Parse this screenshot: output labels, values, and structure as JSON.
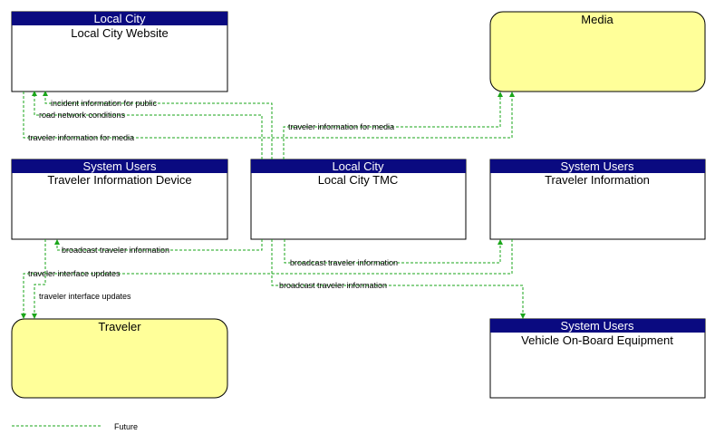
{
  "elements": {
    "local_city_website": {
      "header": "Local City",
      "title": "Local City Website"
    },
    "media": {
      "title": "Media"
    },
    "traveler_information_device": {
      "header": "System Users",
      "title": "Traveler Information Device"
    },
    "local_city_tmc": {
      "header": "Local City",
      "title": "Local City TMC"
    },
    "traveler_information": {
      "header": "System Users",
      "title": "Traveler Information"
    },
    "traveler": {
      "title": "Traveler"
    },
    "vehicle_on_board_equipment": {
      "header": "System Users",
      "title": "Vehicle On-Board Equipment"
    }
  },
  "flows": [
    {
      "label": "incident information for public"
    },
    {
      "label": "road network conditions"
    },
    {
      "label": "traveler information for media"
    },
    {
      "label": "traveler information for media"
    },
    {
      "label": "broadcast traveler information"
    },
    {
      "label": "broadcast traveler information"
    },
    {
      "label": "traveler interface updates"
    },
    {
      "label": "traveler interface updates"
    },
    {
      "label": "broadcast traveler information"
    }
  ],
  "legend": {
    "future_label": "Future"
  },
  "colors": {
    "header_fill": "#0a0a80",
    "terminator_fill": "#ffff99",
    "flow_future": "#1aa61a",
    "border": "#000000"
  }
}
